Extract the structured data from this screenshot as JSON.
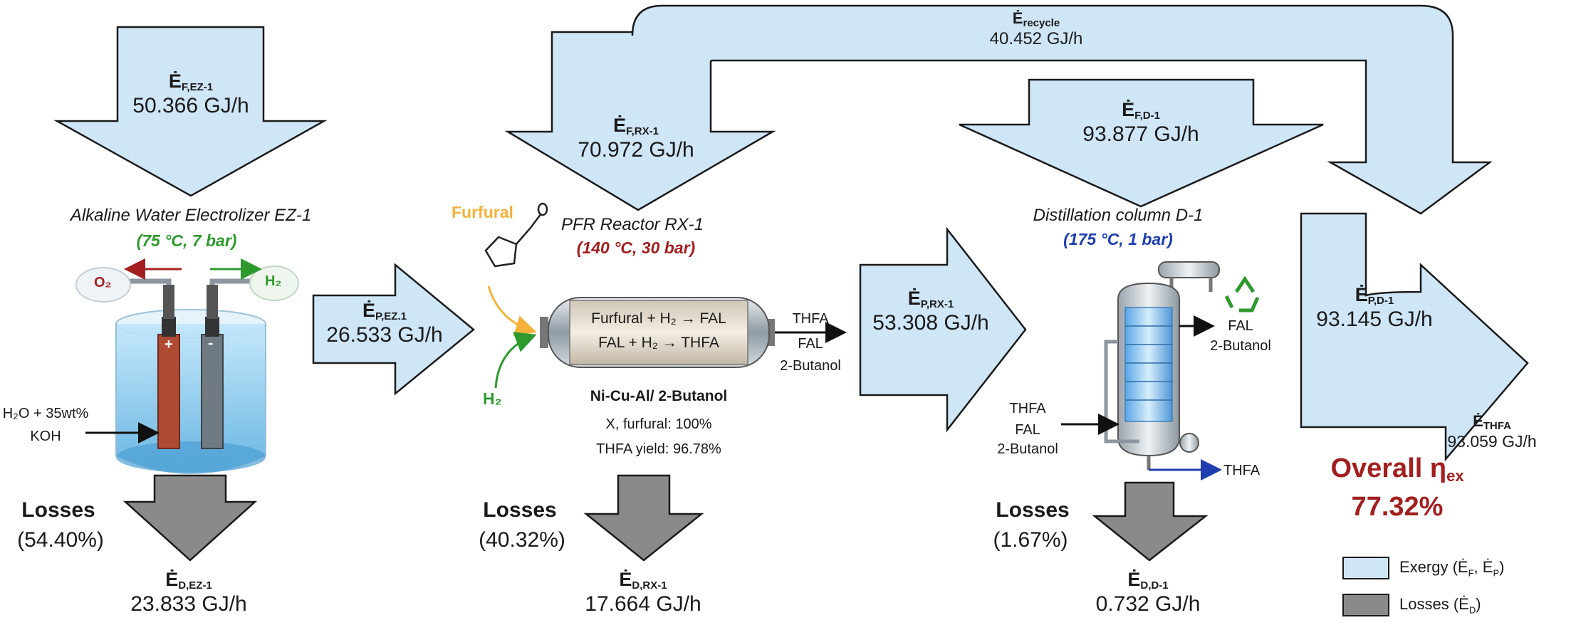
{
  "colors": {
    "exergy": "#cfe6f7",
    "loss": "#8a8a8a",
    "accent_red": "#a31f1f",
    "green": "#2e9a2e",
    "blue": "#1f3fb0",
    "orange": "#f4b23a"
  },
  "feed_ez": {
    "label": "Ė",
    "sub": "F,EZ-1",
    "value": "50.366 GJ/h"
  },
  "prod_ez": {
    "label": "Ė",
    "sub": "P,EZ.1",
    "value": "26.533 GJ/h"
  },
  "feed_rx": {
    "label": "Ė",
    "sub": "F,RX-1",
    "value": "70.972 GJ/h"
  },
  "prod_rx": {
    "label": "Ė",
    "sub": "P,RX-1",
    "value": "53.308 GJ/h"
  },
  "feed_d": {
    "label": "Ė",
    "sub": "F,D-1",
    "value": "93.877 GJ/h"
  },
  "prod_d": {
    "label": "Ė",
    "sub": "P,D-1",
    "value": "93.145 GJ/h"
  },
  "recycle": {
    "label": "Ė",
    "sub": "recycle",
    "value": "40.452 GJ/h"
  },
  "thfa_out": {
    "label": "Ė",
    "sub": "THFA",
    "value": "93.059 GJ/h"
  },
  "electrolyzer": {
    "title": "Alkaline Water Electrolizer EZ-1",
    "conditions": "(75 °C, 7 bar)",
    "o2": "O₂",
    "h2": "H₂",
    "feed_line1": "H₂O + 35wt%",
    "feed_line2": "KOH",
    "plus": "+",
    "minus": "-"
  },
  "reactor": {
    "title": "PFR Reactor RX-1",
    "conditions": "(140 °C, 30 bar)",
    "furfural": "Furfural",
    "h2": "H₂",
    "rxn1": "Furfural + H₂ → FAL",
    "rxn2": "FAL + H₂ → THFA",
    "catalyst": "Ni-Cu-Al/ 2-Butanol",
    "conversion": "X, furfural: 100%",
    "yield": "THFA yield: 96.78%",
    "out1": "THFA",
    "out2": "FAL",
    "out3": "2-Butanol"
  },
  "column": {
    "title": "Distillation column D-1",
    "conditions": "(175 °C, 1 bar)",
    "in1": "THFA",
    "in2": "FAL",
    "in3": "2-Butanol",
    "top1": "FAL",
    "top2": "2-Butanol",
    "bottom": "THFA"
  },
  "losses": [
    {
      "heading": "Losses",
      "pct": "(54.40%)",
      "label": "Ė",
      "sub": "D,EZ-1",
      "value": "23.833 GJ/h"
    },
    {
      "heading": "Losses",
      "pct": "(40.32%)",
      "label": "Ė",
      "sub": "D,RX-1",
      "value": "17.664 GJ/h"
    },
    {
      "heading": "Losses",
      "pct": "(1.67%)",
      "label": "Ė",
      "sub": "D,D-1",
      "value": "0.732 GJ/h"
    }
  ],
  "overall": {
    "label": "Overall η",
    "sub": "ex",
    "value": "77.32%"
  },
  "legend": {
    "exergy": "Exergy (Ė",
    "exergy_sub1": "F",
    "exergy_mid": ", Ė",
    "exergy_sub2": "P",
    "exergy_end": ")",
    "loss": "Losses (Ė",
    "loss_sub": "D",
    "loss_end": ")"
  }
}
